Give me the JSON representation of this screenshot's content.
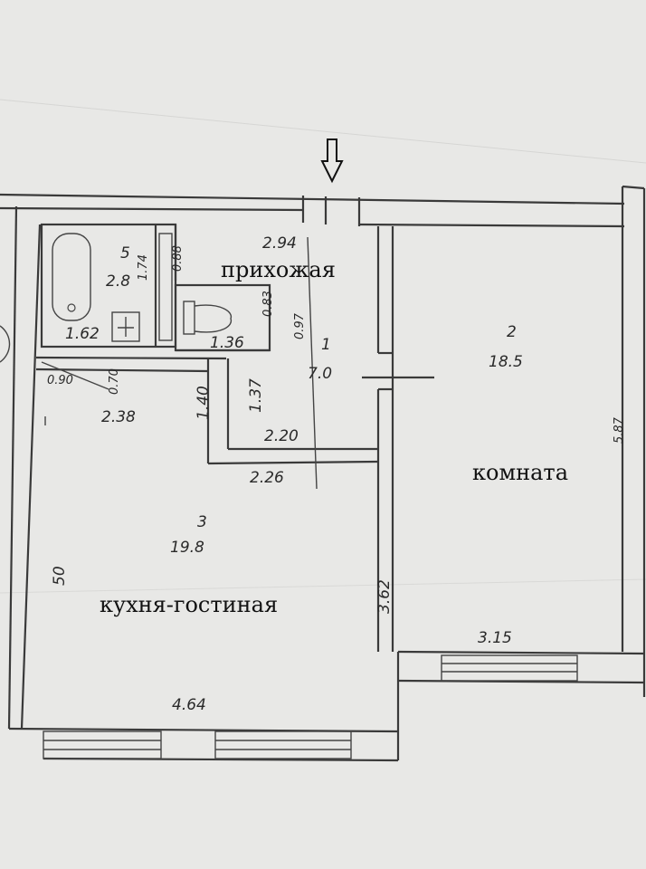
{
  "rooms": {
    "hall": {
      "number": "1",
      "area": "7.0",
      "label": "прихожая"
    },
    "room": {
      "number": "2",
      "area": "18.5",
      "label": "комната"
    },
    "kitchen": {
      "number": "3",
      "area": "19.8",
      "label": "кухня-гостиная"
    },
    "bath": {
      "number": "5",
      "area": "2.8"
    }
  },
  "dimensions": {
    "hall_top": "2.94",
    "room_height": "5.87",
    "room_width": "3.15",
    "kitchen_width": "4.64",
    "kitchen_right": "3.62",
    "kitchen_top": "2.38",
    "corridor_upper": "2.20",
    "corridor_lower": "2.26",
    "wall_140": "1.40",
    "wall_137": "1.37",
    "bath_width": "1.62",
    "bath_side": "1.74",
    "bath_side2": "0.88",
    "toilet_width": "1.36",
    "toilet_side": "0.97",
    "toilet_side2": "0.83",
    "small_090": "0.90",
    "small_vert": "0.70",
    "left_edge": "50"
  },
  "icons": {
    "entrance": "entrance-arrow-icon"
  }
}
